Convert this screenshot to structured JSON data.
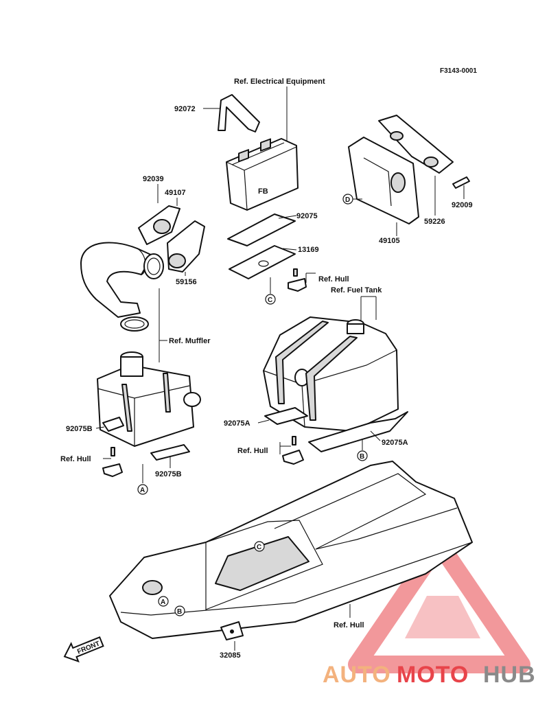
{
  "figure_code": "F3143-0001",
  "labels": {
    "ref_electrical": "Ref. Electrical Equipment",
    "p92072": "92072",
    "p92039": "92039",
    "p49107": "49107",
    "p59156": "59156",
    "p92075": "92075",
    "p13169": "13169",
    "ref_hull_c": "Ref. Hull",
    "ref_fuel_tank": "Ref. Fuel Tank",
    "p92009": "92009",
    "p59226": "59226",
    "p49105": "49105",
    "ref_muffler": "Ref. Muffler",
    "p92075b_left": "92075B",
    "p92075b_right": "92075B",
    "ref_hull_a": "Ref. Hull",
    "p92075a_left": "92075A",
    "p92075a_right": "92075A",
    "ref_hull_b": "Ref. Hull",
    "ref_hull_main": "Ref. Hull",
    "p32085": "32085",
    "front": "FRONT",
    "battery_mark": "FB"
  },
  "callouts": {
    "a": "A",
    "b": "B",
    "c": "C",
    "d": "D"
  },
  "watermark": {
    "auto": "AUTO",
    "moto": "MOTO",
    "hub": "HUB",
    "colors": {
      "auto": "#f3b27e",
      "moto": "#e8444a",
      "hub": "#8a8a8a",
      "triangle": "#e8444a"
    }
  }
}
